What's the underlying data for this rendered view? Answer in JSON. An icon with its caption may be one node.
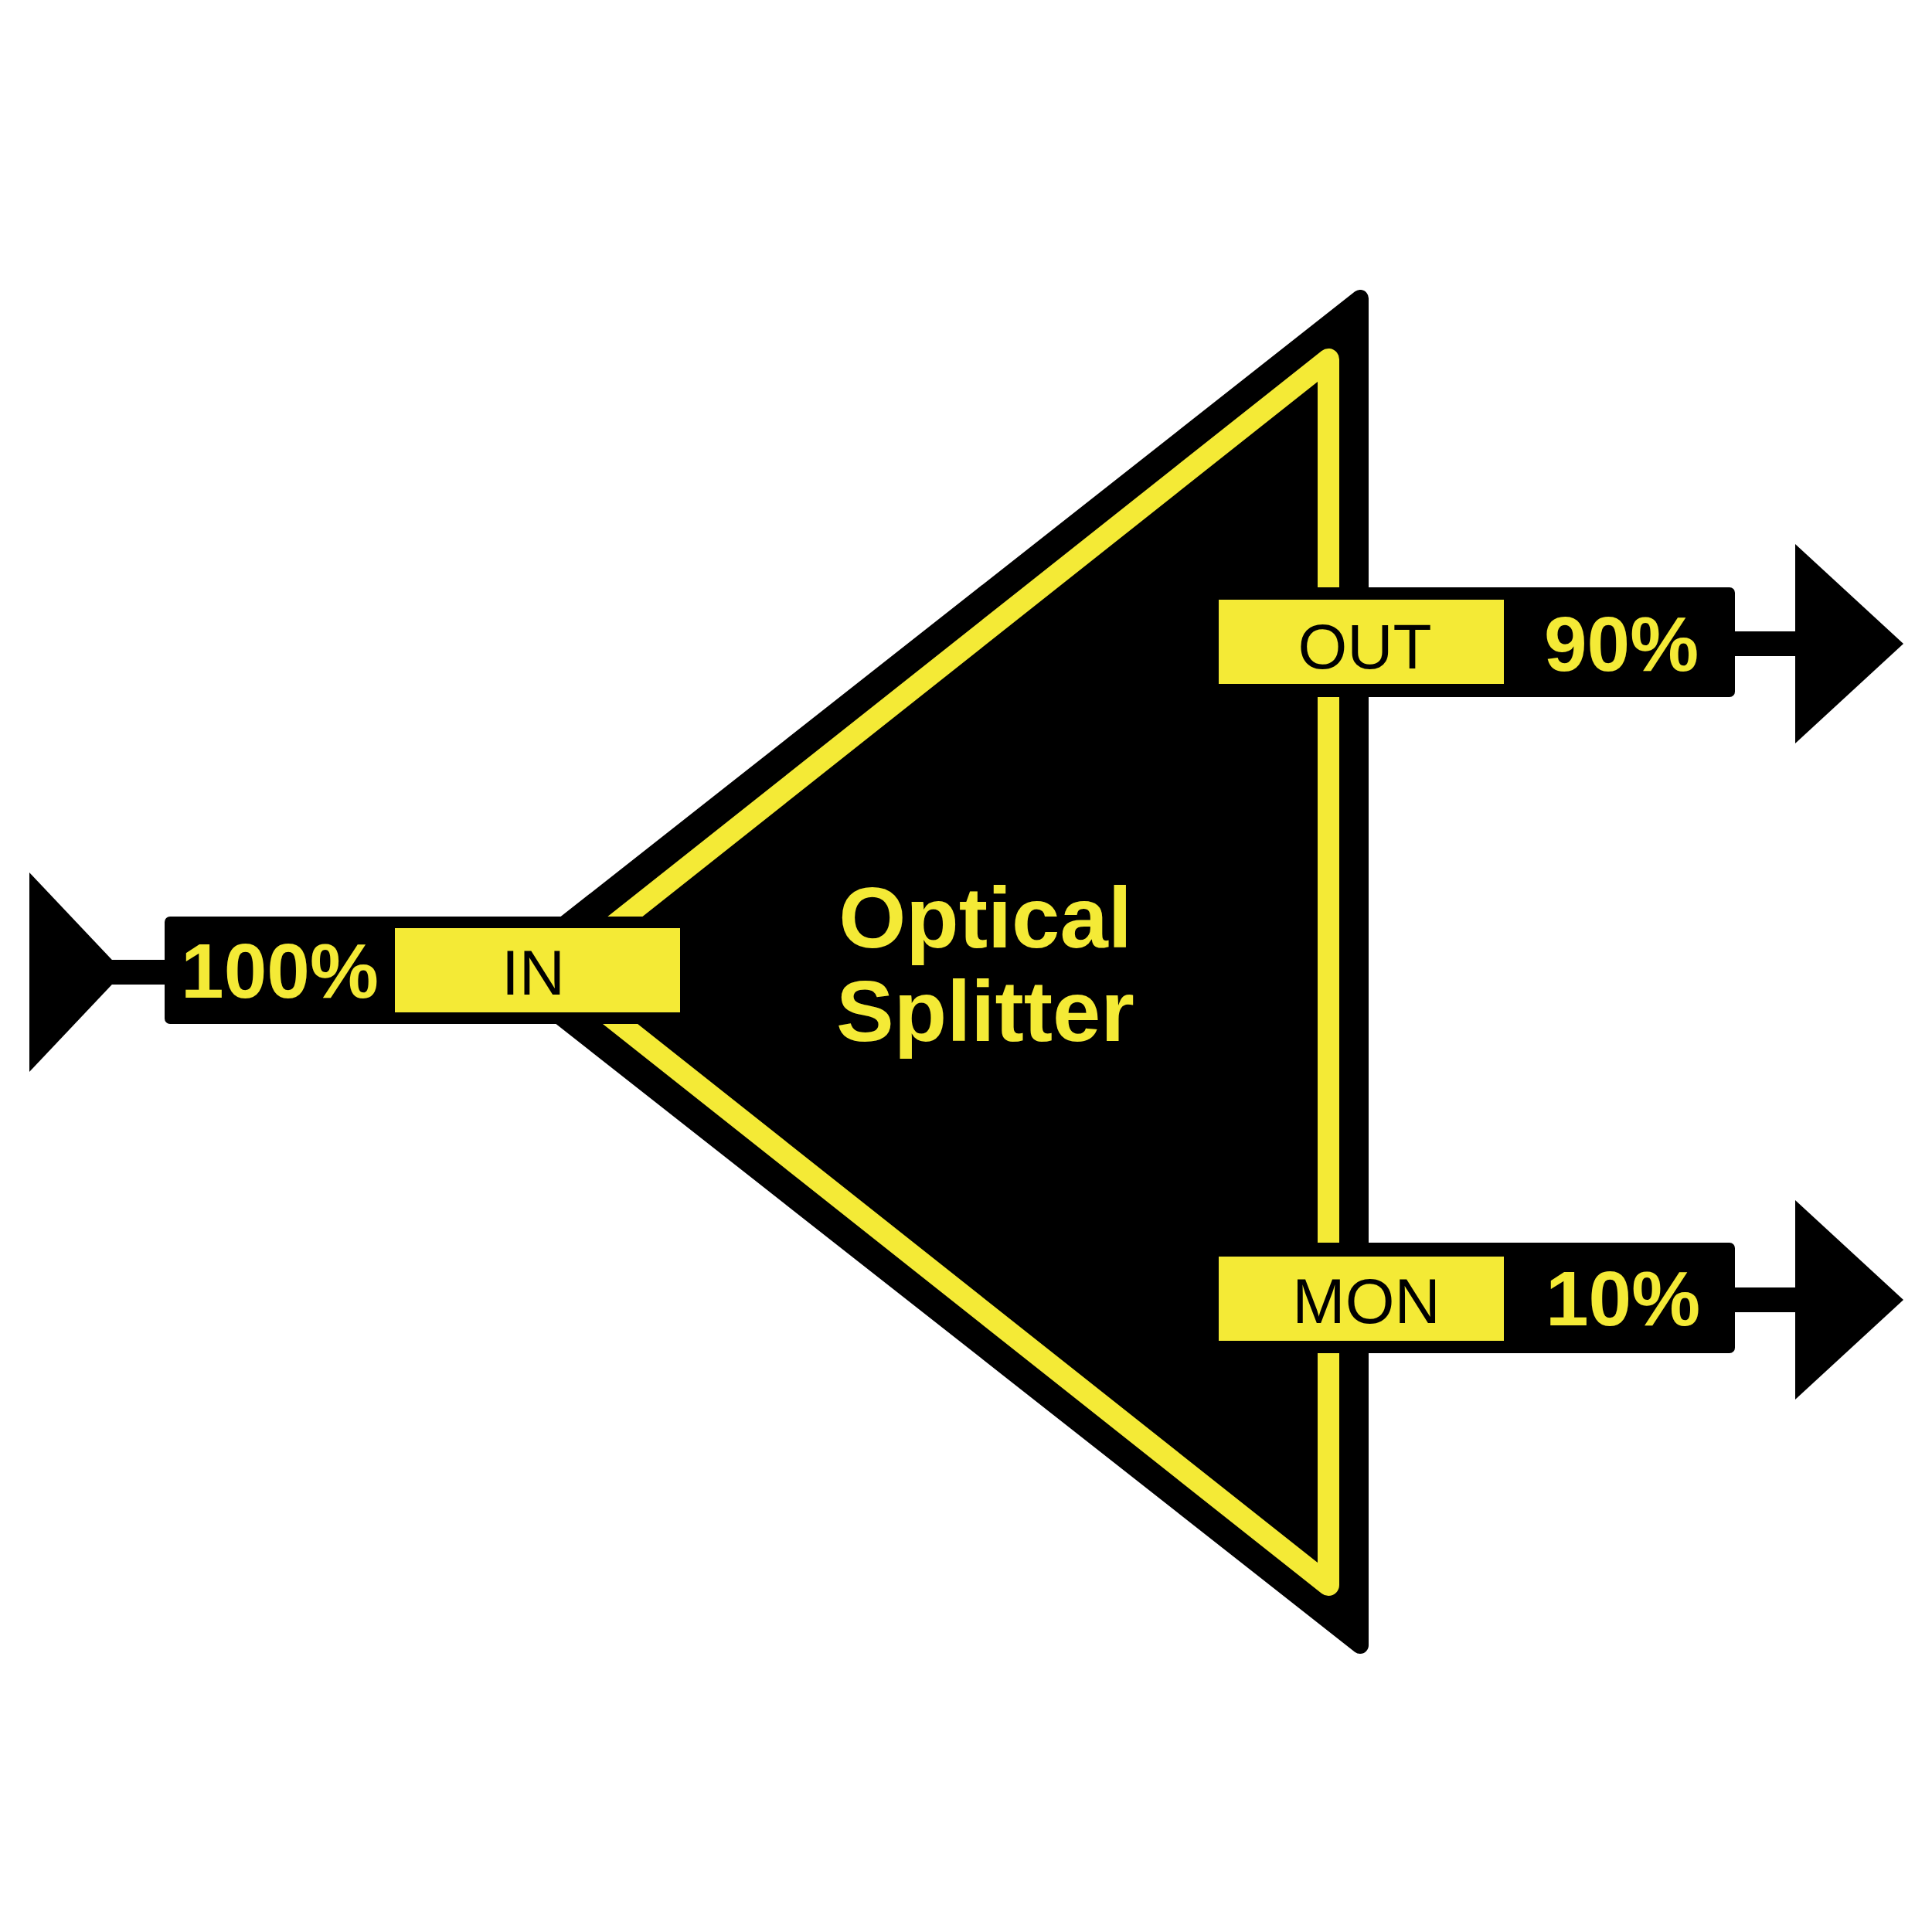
{
  "diagram": {
    "nodes": [
      {
        "text": [
          "100%"
        ]
      },
      {
        "text": [
          "IN"
        ]
      },
      {
        "text": [
          "Optical Splitter"
        ]
      },
      {
        "text": [
          "OUT"
        ]
      },
      {
        "text": [
          "90%"
        ]
      },
      {
        "text": [
          "MON"
        ]
      },
      {
        "text": [
          "10%"
        ]
      }
    ],
    "edges": [
      {
        "from": null,
        "to": 0,
        "arrow": "to"
      },
      {
        "from": 4,
        "to": null,
        "arrow": "to"
      },
      {
        "from": 6,
        "to": null,
        "arrow": "to"
      }
    ]
  }
}
